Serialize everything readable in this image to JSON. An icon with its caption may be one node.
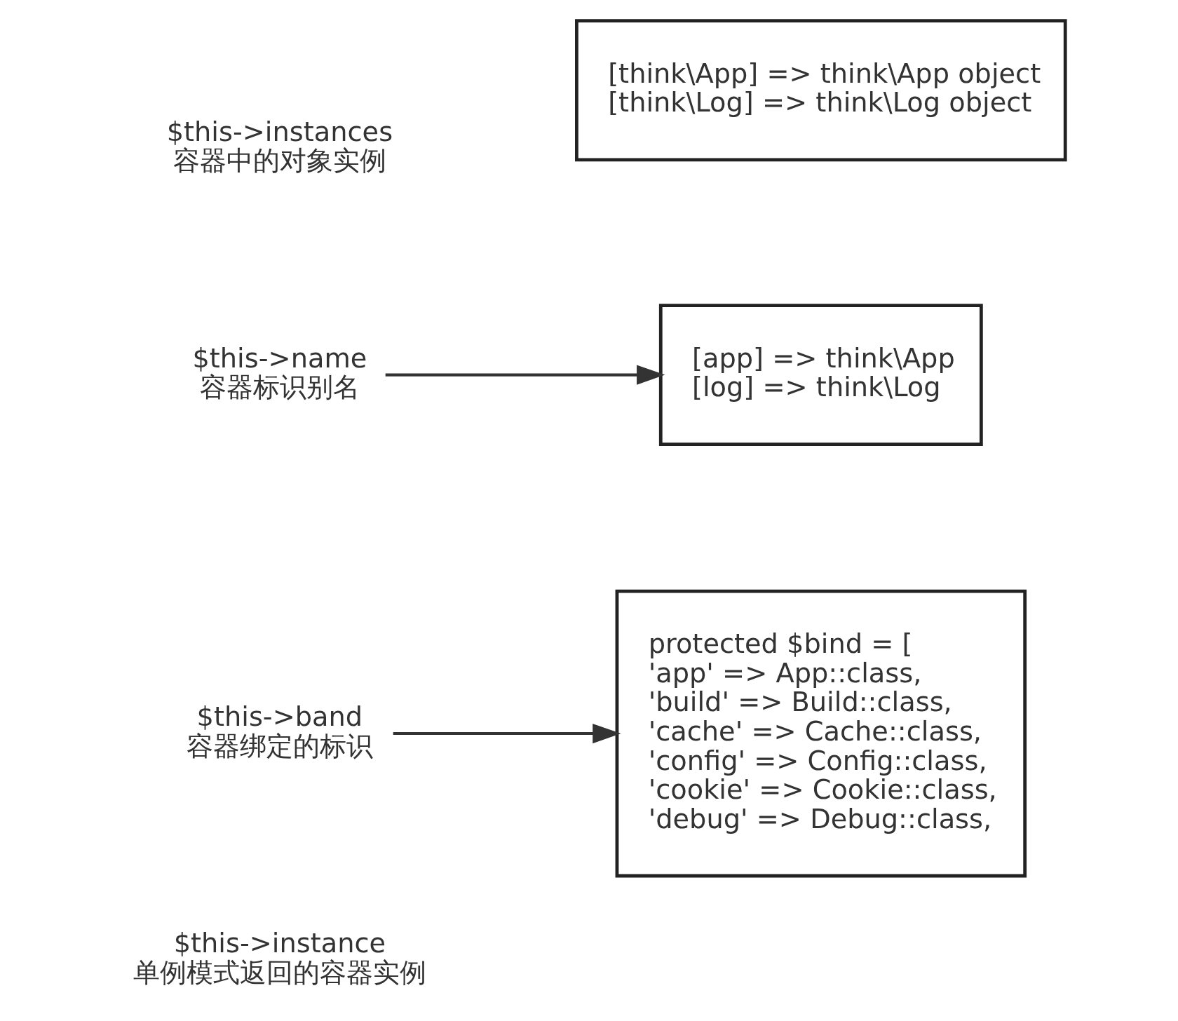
{
  "diagram": {
    "nodes": [
      {
        "text": [
          "$this->band",
          "容器绑定的标识"
        ]
      },
      {
        "text": [
          "protected $bind = [",
          "'app' => App::class,",
          "'build' => Build::class,",
          "'cache' => Cache::class,",
          "'config' => Config::class,",
          "'cookie' => Cookie::class,",
          "'debug' => Debug::class,"
        ]
      },
      {
        "text": [
          "$this->name",
          "容器标识别名"
        ]
      },
      {
        "text": [
          "[app] => think\\App",
          "[log] => think\\Log"
        ]
      },
      {
        "text": [
          "[think\\App] => think\\App object",
          "[think\\Log] => think\\Log object"
        ]
      }
    ],
    "edges": [
      {
        "from": 0,
        "to": 1,
        "arrow": "to"
      },
      {
        "from": 2,
        "to": 3,
        "arrow": "to"
      }
    ],
    "labels": [
      "$this->instance",
      "单例模式返回的容器实例",
      "$this->instances",
      "容器中的对象实例"
    ]
  }
}
